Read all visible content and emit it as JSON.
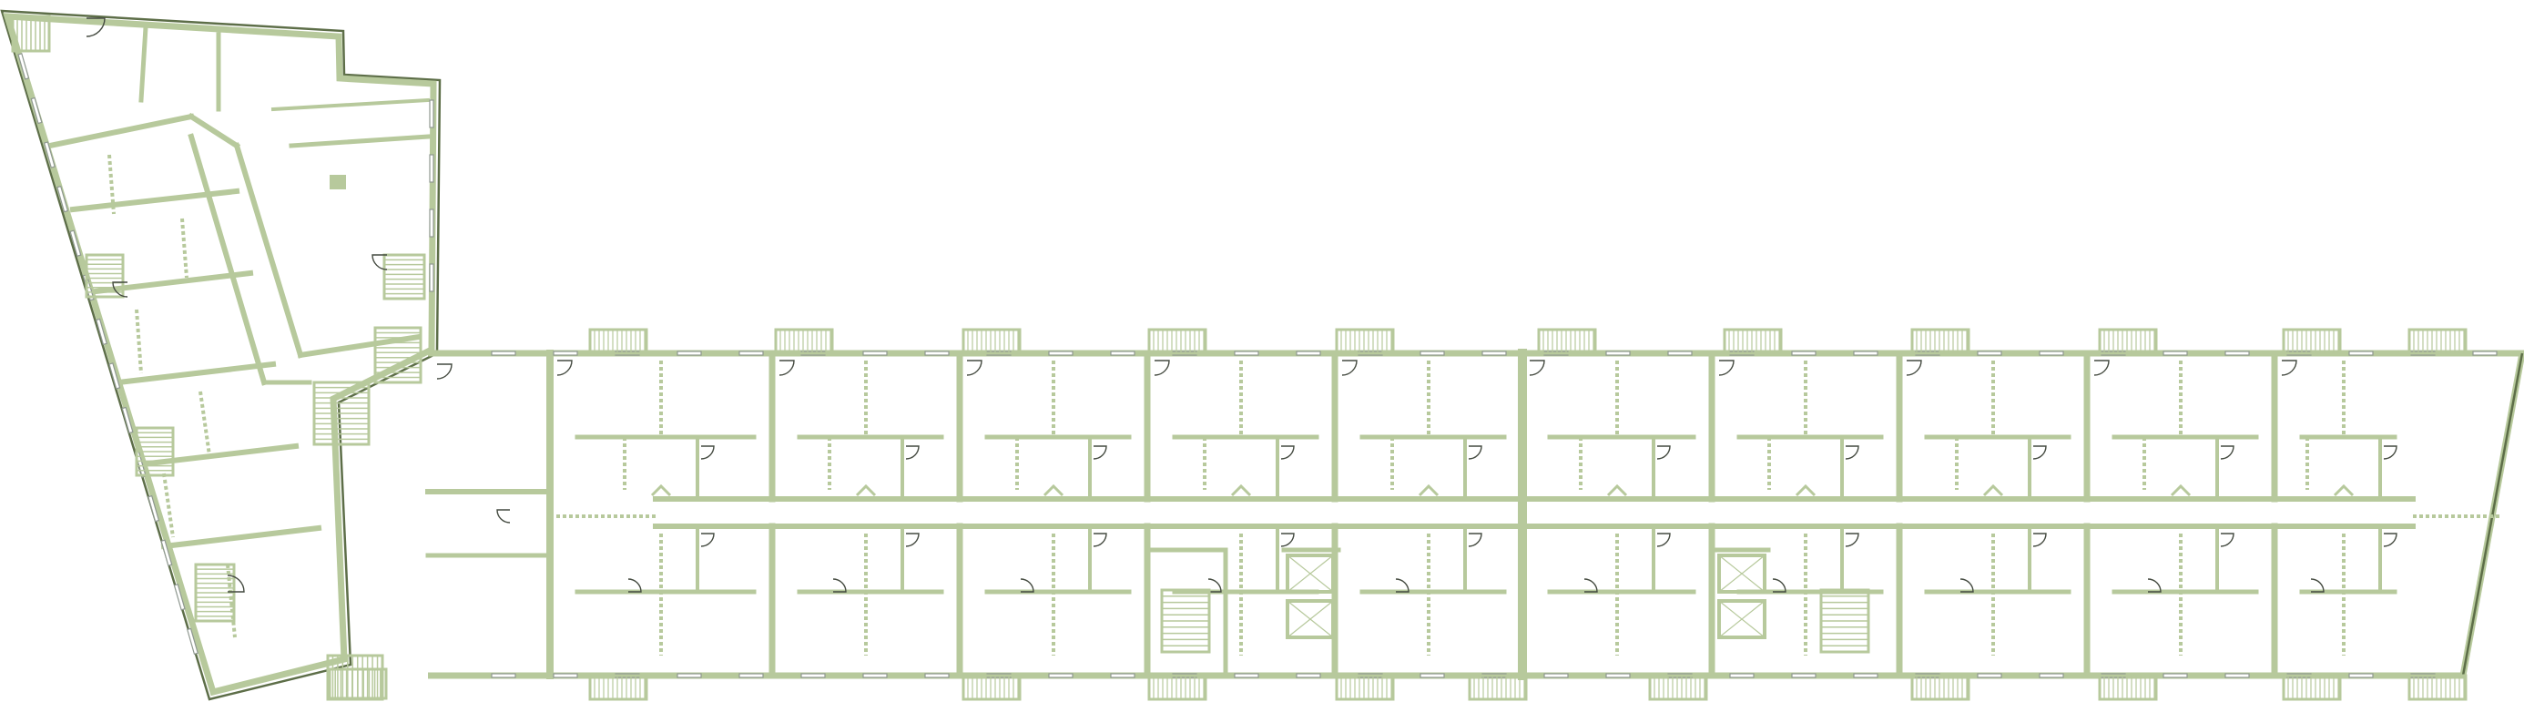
{
  "colors": {
    "wall": "#b7c99c",
    "wall_dark": "#5d6e48",
    "background": "#ffffff",
    "window": "#8f9890",
    "door": "#444a40"
  },
  "plan": {
    "units_per_side": 10,
    "stair_cores": 3,
    "balconies_north": 10,
    "balconies_south": 9
  }
}
